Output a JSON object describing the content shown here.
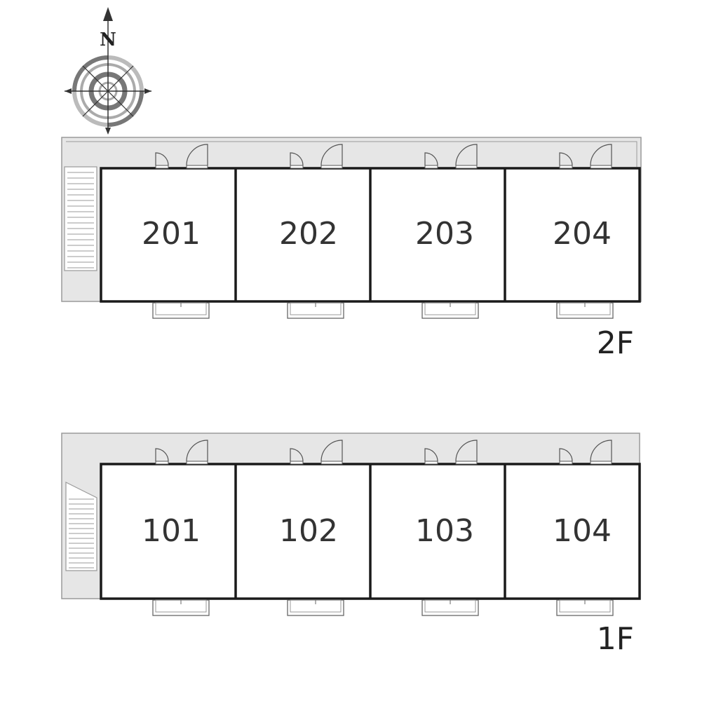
{
  "compass": {
    "north_label": "N",
    "icon": "compass-icon"
  },
  "floors": [
    {
      "id": "2f",
      "label": "2F",
      "rooms": [
        "201",
        "202",
        "203",
        "204"
      ]
    },
    {
      "id": "1f",
      "label": "1F",
      "rooms": [
        "101",
        "102",
        "103",
        "104"
      ]
    }
  ],
  "colors": {
    "corridor": "#e6e6e6",
    "corridor_stroke": "#9a9a9a",
    "wall": "#1a1a1a",
    "compass_ring": "#888888",
    "compass_light": "#bbbbbb"
  }
}
